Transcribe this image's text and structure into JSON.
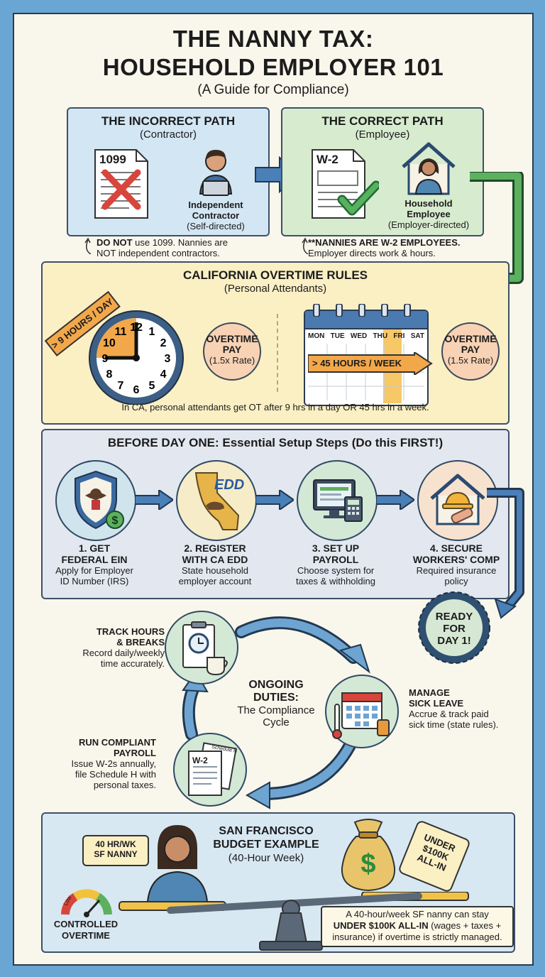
{
  "header": {
    "title_line1": "THE NANNY TAX:",
    "title_line2": "HOUSEHOLD EMPLOYER 101",
    "subtitle": "(A Guide for Compliance)"
  },
  "incorrect_path": {
    "title": "THE INCORRECT PATH",
    "subtitle": "(Contractor)",
    "form_label": "1099",
    "person_label_line1": "Independent",
    "person_label_line2": "Contractor",
    "person_sub": "(Self-directed)",
    "note_bold": "DO NOT",
    "note_rest": " use 1099. Nannies are",
    "note_line2": "NOT independent contractors."
  },
  "correct_path": {
    "title": "THE CORRECT PATH",
    "subtitle": "(Employee)",
    "form_label": "W-2",
    "person_label_line1": "Household",
    "person_label_line2": "Employee",
    "person_sub": "(Employer-directed)",
    "note_line1": "**NANNIES ARE W-2 EMPLOYEES.",
    "note_line2": "Employer directs work & hours."
  },
  "overtime": {
    "title": "CALIFORNIA OVERTIME RULES",
    "subtitle": "(Personal Attendants)",
    "daily_label": "> 9 HOURS / DAY",
    "clock_numbers": [
      "12",
      "1",
      "2",
      "3",
      "4",
      "5",
      "6",
      "7",
      "8",
      "9",
      "10",
      "11"
    ],
    "bubble1": [
      "OVERTIME",
      "PAY",
      "(1.5x Rate)"
    ],
    "weekdays": [
      "MON",
      "TUE",
      "WED",
      "THU",
      "FRI",
      "SAT"
    ],
    "weekly_label": "> 45 HOURS / WEEK",
    "bubble2": [
      "OVERTIME",
      "PAY",
      "(1.5x Rate)"
    ],
    "footnote": "In CA, personal attendants get OT after 9 hrs in a day OR 45 hrs in a week."
  },
  "setup": {
    "title": "BEFORE DAY ONE: Essential Setup Steps (Do this FIRST!)",
    "edd_logo": "EDD",
    "steps": [
      {
        "title1": "1. GET",
        "title2": "FEDERAL EIN",
        "desc1": "Apply for Employer",
        "desc2": "ID Number (IRS)"
      },
      {
        "title1": "2. REGISTER",
        "title2": "WITH CA EDD",
        "desc1": "State household",
        "desc2": "employer account"
      },
      {
        "title1": "3. SET UP",
        "title2": "PAYROLL",
        "desc1": "Choose system for",
        "desc2": "taxes & withholding"
      },
      {
        "title1": "4. SECURE",
        "title2": "WORKERS' COMP",
        "desc1": "Required insurance",
        "desc2": "policy"
      }
    ],
    "ready_badge": [
      "READY",
      "FOR",
      "DAY 1!"
    ]
  },
  "cycle": {
    "center_title1": "ONGOING",
    "center_title2": "DUTIES:",
    "center_sub1": "The Compliance",
    "center_sub2": "Cycle",
    "track": {
      "t1": "TRACK HOURS",
      "t2": "& BREAKS",
      "d1": "Record daily/weekly",
      "d2": "time accurately."
    },
    "sick": {
      "t1": "MANAGE",
      "t2": "SICK LEAVE",
      "d1": "Accrue & track paid",
      "d2": "sick time (state rules)."
    },
    "payroll": {
      "t1": "RUN COMPLIANT",
      "t2": "PAYROLL",
      "d1": "Issue W-2s annually,",
      "d2": "file Schedule H with",
      "d3": "personal taxes."
    },
    "payroll_form": "W-2",
    "payroll_form2": "Schedule H"
  },
  "budget": {
    "title1": "SAN FRANCISCO",
    "title2": "BUDGET EXAMPLE",
    "subtitle": "(40-Hour Week)",
    "nanny_tag1": "40 HR/WK",
    "nanny_tag2": "SF NANNY",
    "gauge_low": "Low",
    "gauge_label1": "CONTROLLED",
    "gauge_label2": "OVERTIME",
    "bag_symbol": "$",
    "bag_tag": [
      "UNDER",
      "$100K",
      "ALL-IN"
    ],
    "note_line1": "A 40-hour/week SF nanny can stay",
    "note_bold": "UNDER $100K ALL-IN",
    "note_rest": " (wages + taxes +",
    "note_line3": "insurance) if overtime is strictly managed."
  }
}
